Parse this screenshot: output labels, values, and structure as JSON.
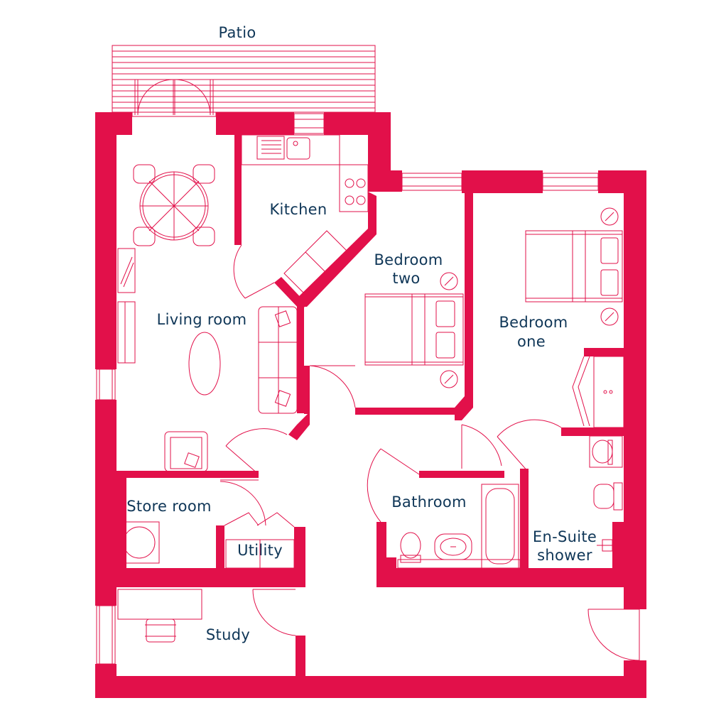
{
  "plan": {
    "colors": {
      "wall": "#E2104A",
      "line": "#E2104A",
      "text": "#0F3657",
      "background": "#FFFFFF"
    },
    "rooms": {
      "patio": "Patio",
      "kitchen": "Kitchen",
      "living_room": "Living room",
      "bedroom_two": [
        "Bedroom",
        "two"
      ],
      "bedroom_one": [
        "Bedroom",
        "one"
      ],
      "store_room": "Store room",
      "utility": "Utility",
      "bathroom": "Bathroom",
      "en_suite": [
        "En-Suite",
        "shower"
      ],
      "study": "Study"
    }
  }
}
